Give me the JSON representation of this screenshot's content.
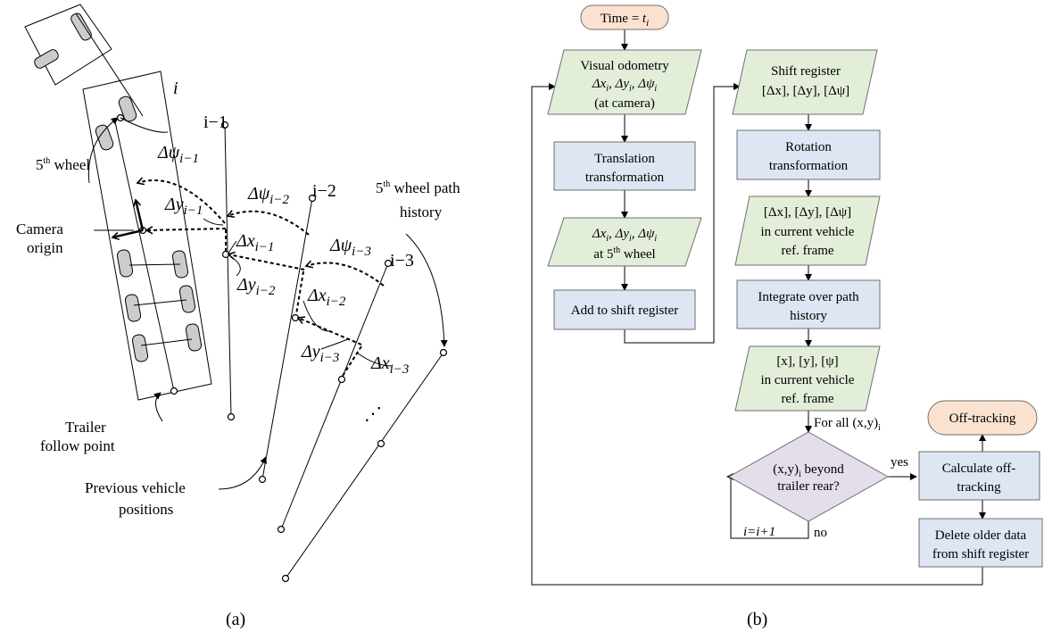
{
  "panel_a": {
    "caption": "(a)",
    "labels": {
      "i": "i",
      "i1": "i−1",
      "i2": "i−2",
      "i3": "i−3",
      "fifth_wheel": "5",
      "fifth_wheel_sup": "th",
      "fifth_wheel_rest": " wheel",
      "camera_origin_1": "Camera",
      "camera_origin_2": "origin",
      "path_history_1a": "5",
      "path_history_1sup": "th",
      "path_history_1b": " wheel path",
      "path_history_2": "history",
      "trailer_1": "Trailer",
      "trailer_2": "follow point",
      "prev_1": "Previous vehicle",
      "prev_2": "positions",
      "dpsi_i1": "Δψ",
      "dpsi_i1_sub": "i−1",
      "dpsi_i2": "Δψ",
      "dpsi_i2_sub": "i−2",
      "dpsi_i3": "Δψ",
      "dpsi_i3_sub": "i−3",
      "dy_i1": "Δy",
      "dy_i1_sub": "i−1",
      "dx_i1": "Δx",
      "dx_i1_sub": "i−1",
      "dy_i2": "Δy",
      "dy_i2_sub": "i−2",
      "dx_i2": "Δx",
      "dx_i2_sub": "i−2",
      "dy_i3": "Δy",
      "dy_i3_sub": "i−3",
      "dx_i3": "Δx",
      "dx_i3_sub": "i−3",
      "ellipsis": "⋰"
    }
  },
  "panel_b": {
    "caption": "(b)",
    "nodes": {
      "time_a": "Time = ",
      "time_b": "t",
      "time_c": "i",
      "vo_1": "Visual odometry",
      "vo_2": "Δx",
      "vo_2s": "i",
      "vo_2b": ", Δy",
      "vo_2bs": "i",
      "vo_2c": ", Δψ",
      "vo_2cs": "i",
      "vo_3": "(at camera)",
      "tt_1": "Translation",
      "tt_2": "transformation",
      "d5_1": "Δx",
      "d5_1s": "i",
      "d5_1b": ", Δy",
      "d5_1bs": "i",
      "d5_1c": ", Δψ",
      "d5_1cs": "i",
      "d5_2a": "at 5",
      "d5_2sup": "th",
      "d5_2b": " wheel",
      "add": "Add to shift register",
      "sr_1": "Shift register",
      "sr_2": "[Δx], [Δy], [Δψ]",
      "rt_1": "Rotation",
      "rt_2": "transformation",
      "cv_1": "[Δx], [Δy], [Δψ]",
      "cv_2": "in current vehicle",
      "cv_3": "ref. frame",
      "ig_1": "Integrate over path",
      "ig_2": "history",
      "xy_1": "[x], [y], [ψ]",
      "xy_2": "in current vehicle",
      "xy_3": "ref. frame",
      "forall": "For all (x,y)",
      "forall_s": "i",
      "dec_1": "(x,y)",
      "dec_1s": "i",
      "dec_1b": " beyond",
      "dec_2": "trailer rear?",
      "yes": "yes",
      "no": "no",
      "incr": "i=i+1",
      "calc_1": "Calculate off-",
      "calc_2": "tracking",
      "off": "Off-tracking",
      "del_1": "Delete older data",
      "del_2": "from shift register"
    }
  }
}
